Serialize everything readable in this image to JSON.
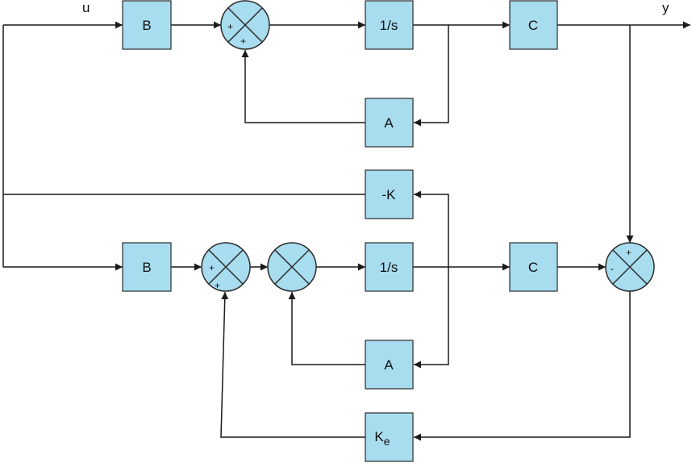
{
  "signals": {
    "input": "u",
    "output": "y"
  },
  "blocks": {
    "plant_b": "B",
    "plant_integrator": "1/s",
    "plant_c": "C",
    "plant_a": "A",
    "gain_k": "-K",
    "obs_b": "B",
    "obs_integrator": "1/s",
    "obs_c": "C",
    "obs_a": "A",
    "obs_ke_main": "K",
    "obs_ke_sub": "e"
  },
  "junctions": {
    "sum1": {
      "top": "+",
      "bottom": "+"
    },
    "sum2": {
      "top": "+",
      "bottom": "+"
    },
    "sum4": {
      "top": "+",
      "left": "-"
    }
  },
  "colors": {
    "block_fill": "#a8dcef",
    "line": "#1a1a1a"
  }
}
